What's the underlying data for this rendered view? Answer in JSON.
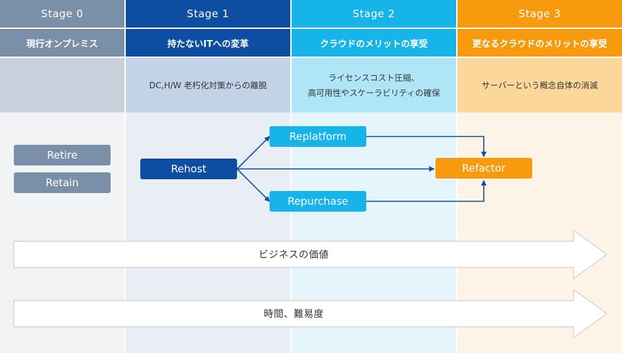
{
  "stages": [
    {
      "label": "Stage 0",
      "title": "現行オンプレミス",
      "desc": []
    },
    {
      "label": "Stage 1",
      "title": "持たないITへの変革",
      "desc": [
        "DC,H/W 老朽化対策からの離脱"
      ]
    },
    {
      "label": "Stage 2",
      "title": "クラウドのメリットの享受",
      "desc": [
        "ライセンスコスト圧縮、",
        "高可用性やスケーラビリティの確保"
      ]
    },
    {
      "label": "Stage 3",
      "title": "更なるクラウドのメリットの享受",
      "desc": [
        "サーバーという概念自体の消滅"
      ]
    }
  ],
  "nodes": {
    "retire": "Retire",
    "retain": "Retain",
    "rehost": "Rehost",
    "replatform": "Replatform",
    "repurchase": "Repurchase",
    "refactor": "Refactor"
  },
  "arrows": {
    "value": "ビジネスの価値",
    "time": "時間、難易度"
  },
  "colors": {
    "stage0_head": "#7a8fa8",
    "stage0_title": "#7a8fa8",
    "stage0_desc": "#c9d2dc",
    "stage0_bg": "#f1f3f5",
    "stage1_head": "#0d4ea2",
    "stage1_title": "#0d4ea2",
    "stage1_desc": "#c3d3e7",
    "stage1_bg": "#e9eef5",
    "stage2_head": "#17b4ea",
    "stage2_title": "#17b4ea",
    "stage2_desc": "#aee6f8",
    "stage2_bg": "#e6f5fc",
    "stage3_head": "#f79a0e",
    "stage3_title": "#f79a0e",
    "stage3_desc": "#fcd79c",
    "stage3_bg": "#fdf3e6",
    "node_gray": "#7a8fa8",
    "node_navy": "#0d4ea2",
    "node_cyan": "#17b4ea",
    "node_orange": "#f79a0e",
    "connector": "#0d4ea2"
  }
}
